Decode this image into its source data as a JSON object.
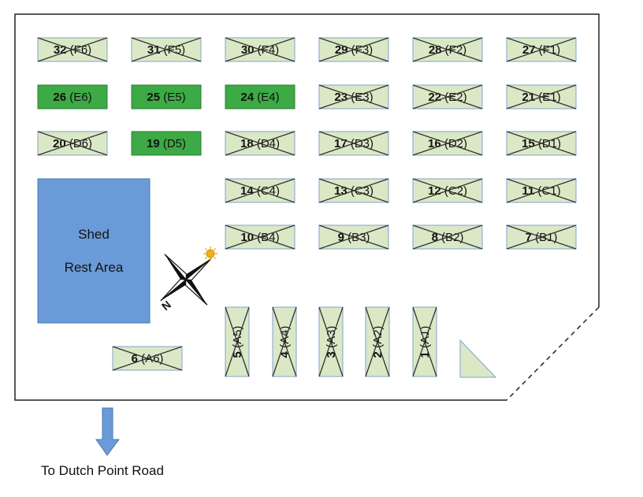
{
  "colors": {
    "taken_fill": "#dbe8c6",
    "available_fill": "#3daa45",
    "shed_fill": "#6a9bd8",
    "arrow_fill": "#6a9bd8",
    "border": "#222222"
  },
  "shed": {
    "line1": "Shed",
    "line2": "Rest Area"
  },
  "compass": {
    "letter": "N",
    "icon": "compass-rose-icon",
    "sun_icon": "sun-icon"
  },
  "road_caption": "To Dutch Point Road",
  "legend_triangle": "triangle-marker",
  "plots": [
    {
      "num": "32",
      "code": "(F6)",
      "available": false
    },
    {
      "num": "31",
      "code": "(F5)",
      "available": false
    },
    {
      "num": "30",
      "code": "(F4)",
      "available": false
    },
    {
      "num": "29",
      "code": "(F3)",
      "available": false
    },
    {
      "num": "28",
      "code": "(F2)",
      "available": false
    },
    {
      "num": "27",
      "code": "(F1)",
      "available": false
    },
    {
      "num": "26",
      "code": "(E6)",
      "available": true
    },
    {
      "num": "25",
      "code": "(E5)",
      "available": true
    },
    {
      "num": "24",
      "code": "(E4)",
      "available": true
    },
    {
      "num": "23",
      "code": "(E3)",
      "available": false
    },
    {
      "num": "22",
      "code": "(E2)",
      "available": false
    },
    {
      "num": "21",
      "code": "(E1)",
      "available": false
    },
    {
      "num": "20",
      "code": "(D6)",
      "available": false
    },
    {
      "num": "19",
      "code": "(D5)",
      "available": true
    },
    {
      "num": "18",
      "code": "(D4)",
      "available": false
    },
    {
      "num": "17",
      "code": "(D3)",
      "available": false
    },
    {
      "num": "16",
      "code": "(D2)",
      "available": false
    },
    {
      "num": "15",
      "code": "(D1)",
      "available": false
    },
    {
      "num": "14",
      "code": "(C4)",
      "available": false
    },
    {
      "num": "13",
      "code": "(C3)",
      "available": false
    },
    {
      "num": "12",
      "code": "(C2)",
      "available": false
    },
    {
      "num": "11",
      "code": "(C1)",
      "available": false
    },
    {
      "num": "10",
      "code": "(B4)",
      "available": false
    },
    {
      "num": "9",
      "code": "(B3)",
      "available": false
    },
    {
      "num": "8",
      "code": "(B2)",
      "available": false
    },
    {
      "num": "7",
      "code": "(B1)",
      "available": false
    },
    {
      "num": "6",
      "code": "(A6)",
      "available": false
    },
    {
      "num": "5",
      "code": "(A5)",
      "available": false
    },
    {
      "num": "4",
      "code": "(A4)",
      "available": false
    },
    {
      "num": "3",
      "code": "(A3)",
      "available": false
    },
    {
      "num": "2",
      "code": "(A2)",
      "available": false
    },
    {
      "num": "1",
      "code": "(A1)",
      "available": false
    }
  ]
}
